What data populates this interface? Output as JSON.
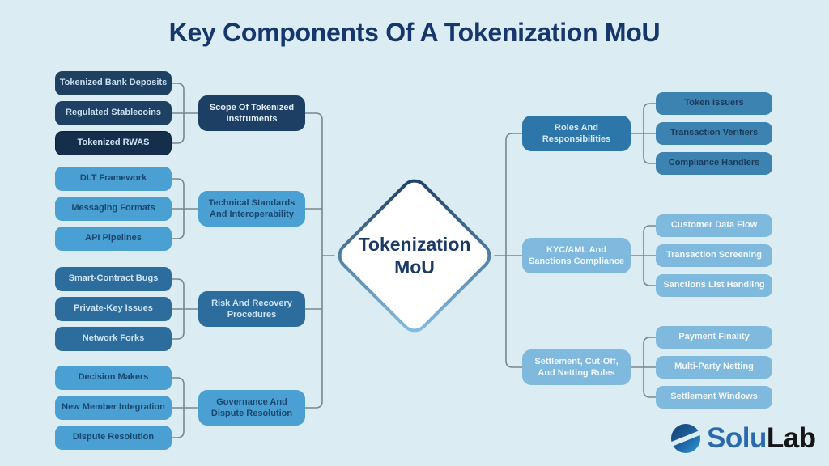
{
  "title": "Key Components Of A Tokenization MoU",
  "center": {
    "label": "Tokenization MoU"
  },
  "left_branches": [
    {
      "label": "Scope Of Tokenized Instruments",
      "children": [
        "Tokenized Bank Deposits",
        "Regulated Stablecoins",
        "Tokenized RWAS"
      ]
    },
    {
      "label": "Technical Standards And Interoperability",
      "children": [
        "DLT Framework",
        "Messaging Formats",
        "API Pipelines"
      ]
    },
    {
      "label": "Risk And Recovery Procedures",
      "children": [
        "Smart-Contract Bugs",
        "Private-Key Issues",
        "Network Forks"
      ]
    },
    {
      "label": "Governance And Dispute Resolution",
      "children": [
        "Decision Makers",
        "New Member Integration",
        "Dispute Resolution"
      ]
    }
  ],
  "right_branches": [
    {
      "label": "Roles And Responsibilities",
      "children": [
        "Token Issuers",
        "Transaction Verifiers",
        "Compliance Handlers"
      ]
    },
    {
      "label": "KYC/AML And Sanctions Compliance",
      "children": [
        "Customer Data Flow",
        "Transaction Screening",
        "Sanctions List Handling"
      ]
    },
    {
      "label": "Settlement, Cut-Off, And Netting Rules",
      "children": [
        "Payment Finality",
        "Multi-Party Netting",
        "Settlement Windows"
      ]
    }
  ],
  "logo": {
    "solu": "Solu",
    "lab": "Lab"
  },
  "colors": {
    "background": "#dbecf3",
    "title_text": "#15376b",
    "navy": "#1e4063",
    "navy_darker": "#142e4c",
    "blue_mid": "#4a9fd3",
    "blue_mid_dark": "#2d6d9e",
    "blue_branch_right": "#2d76a9",
    "blue_leaf_right": "#3c83b1",
    "blue_light": "#7fb9de",
    "connector": "#7a868f",
    "diamond_border_top": "#1c3e64",
    "diamond_border_bottom": "#85c0e4",
    "logo_blue": "#2b69b1",
    "logo_dark": "#161616"
  }
}
